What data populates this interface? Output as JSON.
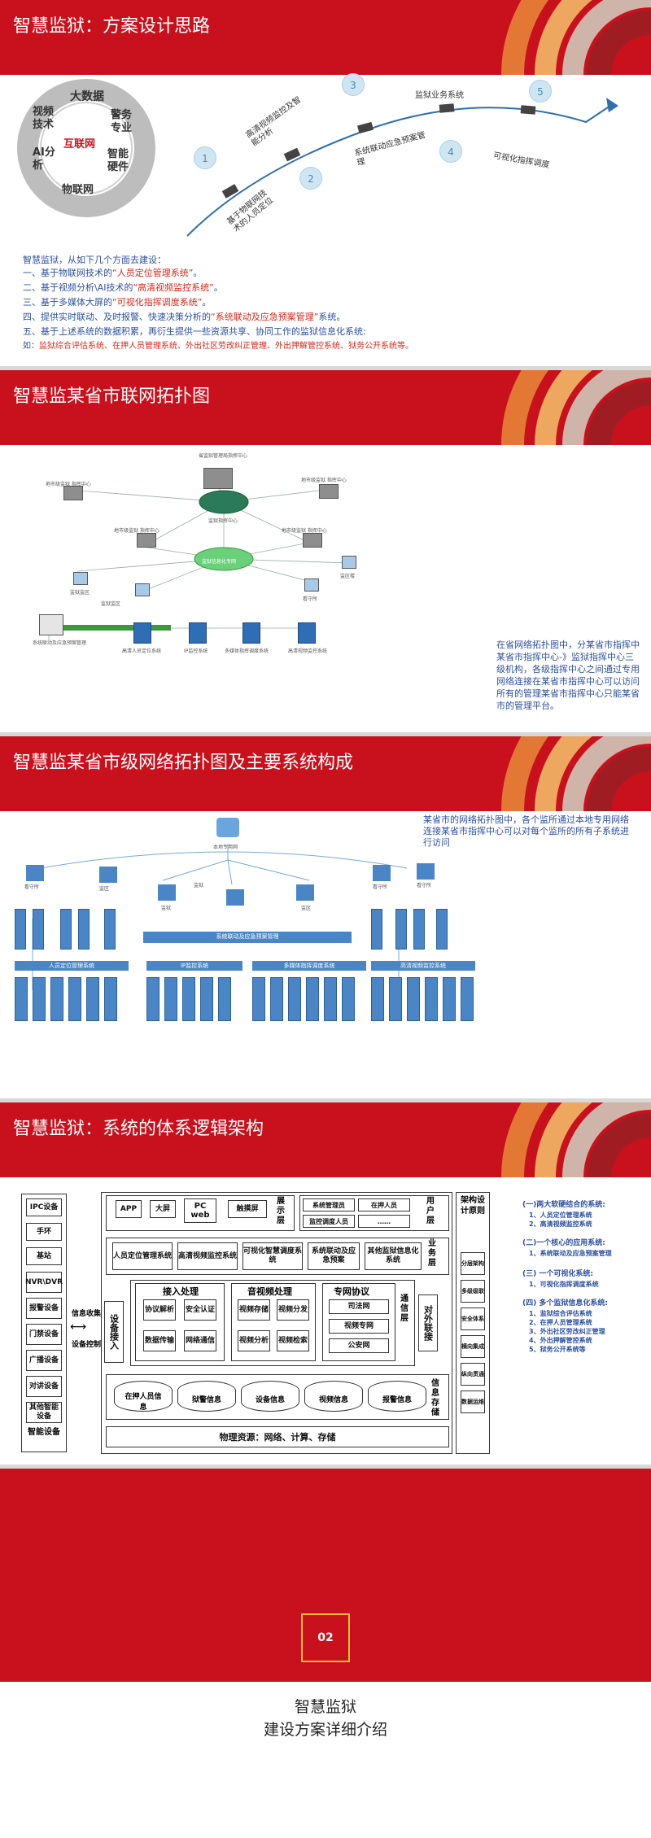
{
  "slide1": {
    "title": "智慧监狱：方案设计思路",
    "ring": {
      "center": "互联网",
      "items": [
        "大数据",
        "视频技术",
        "AI分析",
        "物联网",
        "警务专业",
        "智能硬件"
      ]
    },
    "curve_labels": [
      "基于物联网技术的人员定位",
      "高清视频监控及智能分析",
      "系统联动应急预案管理",
      "监狱业务系统",
      "可视化指挥调度"
    ],
    "steps": [
      "1",
      "2",
      "3",
      "4",
      "5"
    ],
    "intro": "智慧监狱，从如下几个方面去建设：",
    "lines": [
      {
        "pre": "一、基于物联网技术的",
        "hl": "“人员定位管理系统”",
        "post": "。"
      },
      {
        "pre": "二、基于视频分析\\AI技术的",
        "hl": "“高清视频监控系统”",
        "post": "。"
      },
      {
        "pre": "三、基于多媒体大屏的",
        "hl": "“可视化指挥调度系统”",
        "post": "。"
      },
      {
        "pre": "四、提供实时联动、及时报警、快速决策分析的",
        "hl": "“系统联动及应急预案管理”",
        "post": "系统。"
      },
      {
        "pre": "五、基于上述系统的数据积累，再衍生提供一些资源共享、协同工作的监狱信息化系统:",
        "hl": "",
        "post": ""
      },
      {
        "pre": "       如：",
        "hl": "监狱综合评估系统、在押人员管理系统、外出社区劳改纠正管理、外出押解管控系统、狱务公开系统等。",
        "post": ""
      }
    ]
  },
  "slide2": {
    "title": "智慧监某省市联网拓扑图",
    "description": "在省网络拓扑图中，分某省市指挥中某省市指挥中心-》监狱指挥中心三级机构，各级指挥中心之间通过专用网络连接在某省市指挥中心可以访问所有的管理某省市指挥中心只能某省市的管理平台。",
    "labels": [
      "省监狱管理局指挥中心",
      "地市级监狱 指挥中心",
      "地市级监狱 指挥中心",
      "地市级监狱 指挥中心",
      "地市级监狱 指挥中心",
      "监狱指挥中心",
      "监狱监区",
      "监狱监区",
      "监区楼",
      "看守所",
      "系统联动及应急预案管理",
      "高清人员定位系统",
      "IP监控系统",
      "多媒体指挥调度系统",
      "高清视频监控系统",
      "监狱信息化专网"
    ]
  },
  "slide3": {
    "title": "智慧监某省市级网络拓扑图及主要系统构成",
    "description": "某省市的网络拓扑图中，各个监所通过本地专用网络连接某省市指挥中心可以对每个监所的所有子系统进行访问",
    "center_bar": "系统联动及应急预案管理",
    "subsystems": [
      "人员定位管理系统",
      "IP监控系统",
      "多媒体指挥调度系统",
      "高清视频监控系统"
    ],
    "nodes": [
      "本地专用网",
      "看守所",
      "监狱",
      "监狱",
      "看守所",
      "看守所",
      "监区",
      "监区"
    ]
  },
  "slide4": {
    "title": "智慧监狱：系统的体系逻辑架构",
    "devices": [
      "IPC设备",
      "手环",
      "基站",
      "NVR\\DVR",
      "报警设备",
      "门禁设备",
      "广播设备",
      "对讲设备",
      "其他智能设备",
      "智能设备"
    ],
    "access": "设备接入",
    "signal_in": "信息收集",
    "signal_ctrl": "设备控制",
    "display": {
      "items": [
        "APP",
        "大屏",
        "PC web",
        "触摸屏"
      ],
      "layer": "展示层"
    },
    "user": {
      "items": [
        "系统管理员",
        "在押人员",
        "监控调度人员",
        "……"
      ],
      "layer": "用户层"
    },
    "business": {
      "items": [
        "人员定位管理系统",
        "高清视频监控系统",
        "可视化智慧调度系统",
        "系统联动及应急预案",
        "其他监狱信息化系统"
      ],
      "layer": "业务层"
    },
    "service": {
      "groups": [
        {
          "title": "接入处理",
          "items": [
            "协议解析",
            "安全认证",
            "数据传输",
            "网络通信"
          ]
        },
        {
          "title": "音视频处理",
          "items": [
            "视频存储",
            "视频分发",
            "视频分析",
            "视频检索"
          ]
        },
        {
          "title": "专网协议",
          "items": [
            "司法网",
            "视频专网",
            "公安网"
          ]
        }
      ],
      "layer": "通信层"
    },
    "external": "对外联接",
    "storage": {
      "items": [
        "在押人员信息",
        "狱警信息",
        "设备信息",
        "视频信息",
        "报警信息"
      ],
      "layer": "信息存储"
    },
    "physical": "物理资源：网络、计算、存储",
    "principles_title": "架构设计原则",
    "principles": [
      "分层架构",
      "多级级联",
      "安全体系",
      "横向集成",
      "纵向贯通",
      "数据运维"
    ],
    "right_text": [
      {
        "head": "(一)两大软硬结合的系统:",
        "items": [
          "1、人员定位管理系统",
          "2、高清视频监控系统"
        ]
      },
      {
        "head": "(二)一个核心的应用系统:",
        "items": [
          "1、系统联动及应急预案管理"
        ]
      },
      {
        "head": "(三) 一个可视化系统:",
        "items": [
          "1、可视化指挥调度系统"
        ]
      },
      {
        "head": "(四) 多个监狱信息化系统:",
        "items": [
          "1、监狱综合评估系统",
          "2、在押人员管理系统",
          "3、外出社区劳改纠正管理",
          "4、外出押解管控系统",
          "5、狱务公开系统等"
        ]
      }
    ]
  },
  "slide5": {
    "number": "02",
    "title1": "智慧监狱",
    "title2": "建设方案详细介绍"
  },
  "colors": {
    "red": "#c8111c",
    "blue": "#2d4fa0",
    "accent": "#d9271b"
  }
}
